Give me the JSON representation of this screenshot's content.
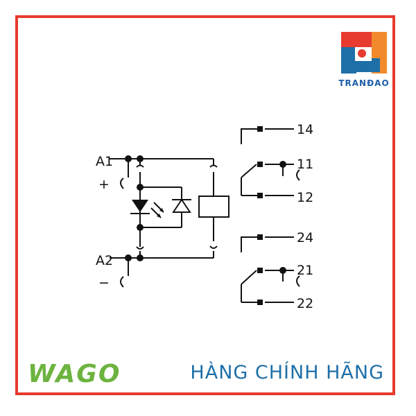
{
  "logo": {
    "text": "TRANĐAO",
    "colors": {
      "red": "#e63b2e",
      "blue": "#1e6fa8",
      "orange": "#f28a2c"
    }
  },
  "frame_color": "#e63b2e",
  "diagram": {
    "coil_terminals": [
      "A1",
      "A2"
    ],
    "polarity": [
      "+",
      "−"
    ],
    "contact_group_1": [
      "14",
      "11",
      "12"
    ],
    "contact_group_2": [
      "24",
      "21",
      "22"
    ]
  },
  "wago": {
    "text": "WAGO",
    "color": "#6cb33f"
  },
  "footer": {
    "text": "HÀNG CHÍNH HÃNG"
  }
}
